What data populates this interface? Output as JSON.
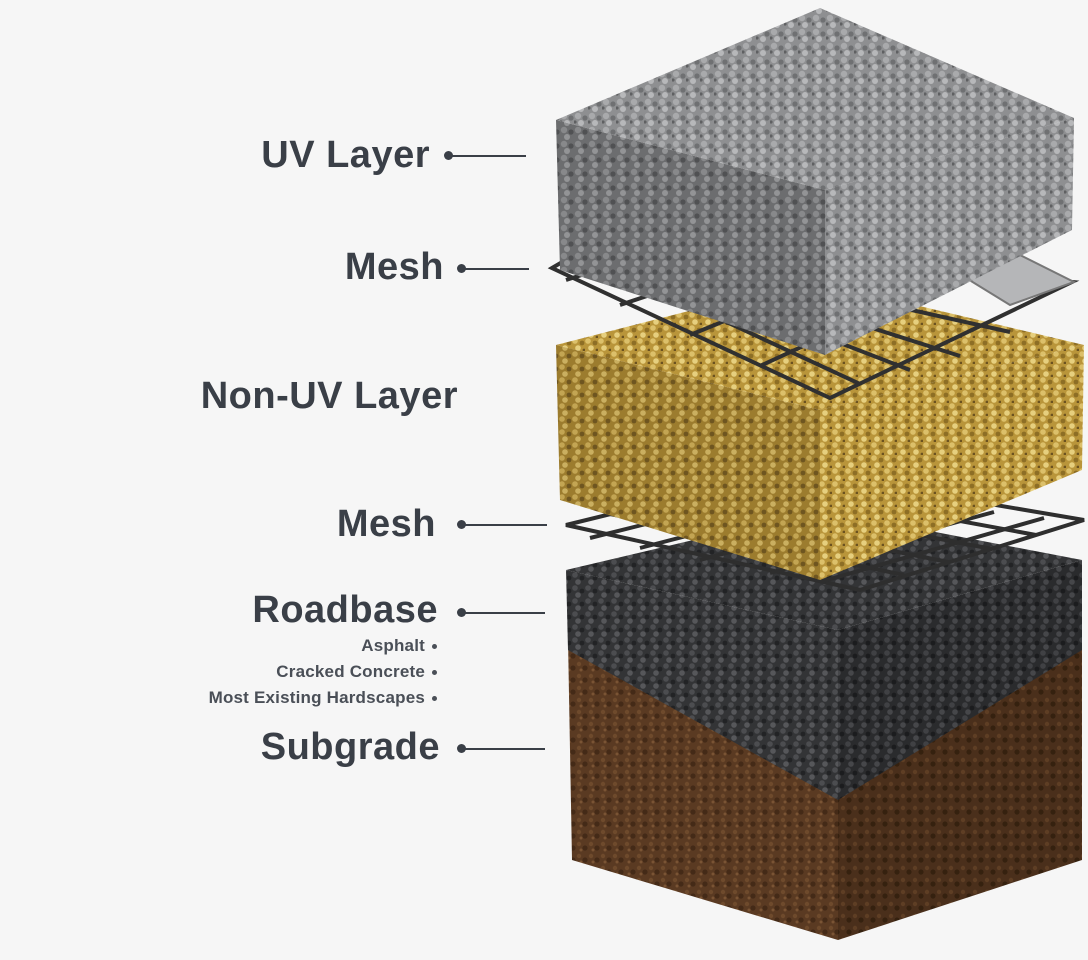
{
  "layers": [
    {
      "key": "uv",
      "label": "UV Layer"
    },
    {
      "key": "mesh_top",
      "label": "Mesh"
    },
    {
      "key": "non_uv",
      "label": "Non-UV Layer"
    },
    {
      "key": "mesh_bottom",
      "label": "Mesh"
    },
    {
      "key": "roadbase",
      "label": "Roadbase"
    },
    {
      "key": "subgrade",
      "label": "Subgrade"
    }
  ],
  "roadbase_examples": [
    "Asphalt",
    "Cracked Concrete",
    "Most Existing Hardscapes"
  ],
  "colors": {
    "uv_layer": "#8c8d8e",
    "non_uv_layer": "#c9a847",
    "mesh": "#3b3b3b",
    "roadbase": "#3d3e40",
    "subgrade": "#5a3a22",
    "text": "#3a3f47",
    "background": "#f6f6f6"
  }
}
